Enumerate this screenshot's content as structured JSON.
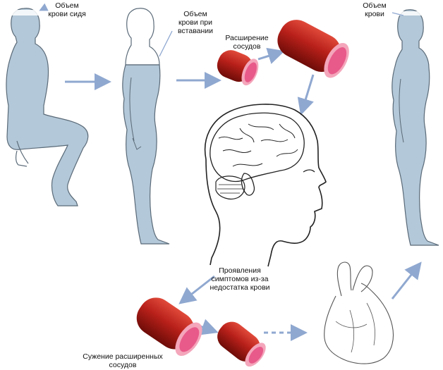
{
  "labels": {
    "sitting_volume": "Объем\nкрови сидя",
    "standing_volume": "Объем\nкрови при\nвставании",
    "dilation": "Расширение\nсосудов",
    "recovered_volume": "Объем\nкрови",
    "symptoms": "Проявления\nсимптомов из-за\nнедостатка крови",
    "constriction": "Сужение расширенных\nсосудов"
  },
  "colors": {
    "body_fill": "#b3c8d8",
    "body_outline": "#5a6a78",
    "arrow": "#8fa8d0",
    "vessel_outer": "#b8201a",
    "vessel_dark": "#7a0e0a",
    "vessel_inner": "#e85a8a",
    "vessel_rim": "#f4a6bb",
    "head_line": "#222222",
    "heart_line": "#555555"
  }
}
